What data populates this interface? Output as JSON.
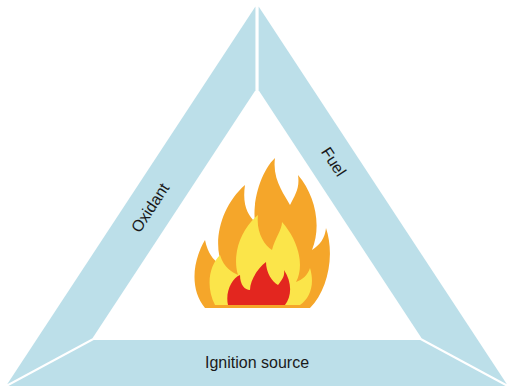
{
  "diagram": {
    "nodes": [
      {
        "text": [
          "Oxidant"
        ]
      },
      {
        "text": [
          "Fuel"
        ]
      },
      {
        "text": [
          "Ignition source"
        ]
      }
    ]
  }
}
